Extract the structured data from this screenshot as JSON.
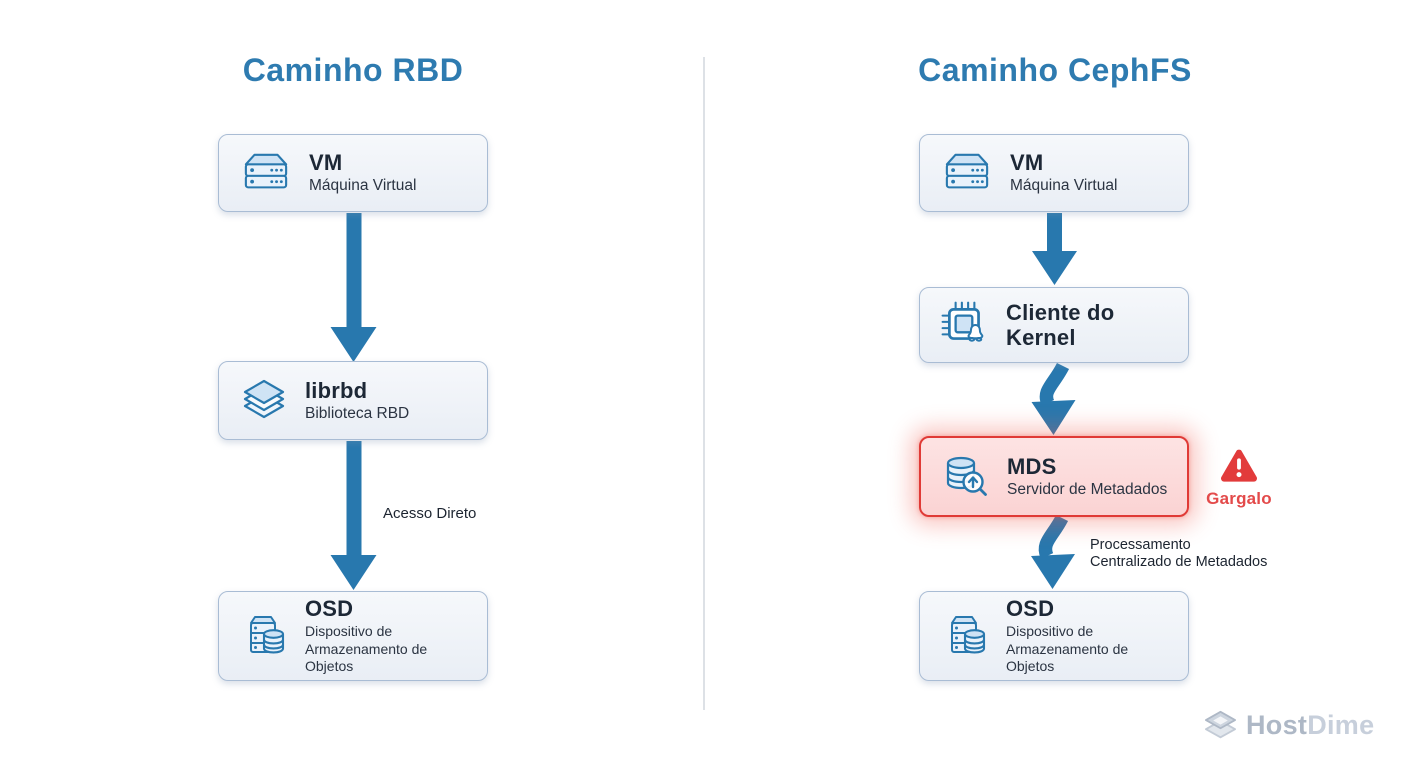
{
  "left_column": {
    "title": "Caminho RBD",
    "nodes": {
      "vm": {
        "title": "VM",
        "subtitle": "Máquina Virtual",
        "icon": "server-icon"
      },
      "librbd": {
        "title": "librbd",
        "subtitle": "Biblioteca RBD",
        "icon": "layers-icon"
      },
      "osd": {
        "title": "OSD",
        "subtitle1": "Dispositivo de",
        "subtitle2": "Armazenamento de Objetos",
        "icon": "server-database-icon"
      }
    },
    "edge_label": "Acesso Direto"
  },
  "right_column": {
    "title": "Caminho CephFS",
    "nodes": {
      "vm": {
        "title": "VM",
        "subtitle": "Máquina Virtual",
        "icon": "server-icon"
      },
      "kernel_client": {
        "title": "Cliente do Kernel",
        "icon": "chip-linux-icon"
      },
      "mds": {
        "title": "MDS",
        "subtitle": "Servidor de Metadados",
        "icon": "database-search-icon"
      },
      "osd": {
        "title": "OSD",
        "subtitle1": "Dispositivo de",
        "subtitle2": "Armazenamento de Objetos",
        "icon": "server-database-icon"
      }
    },
    "alert_label": "Gargalo",
    "edge_label_line1": "Processamento",
    "edge_label_line2": "Centralizado de Metadados"
  },
  "footer": {
    "brand_part1": "Host",
    "brand_part2": "Dime"
  },
  "icons": {
    "vm": "server-icon",
    "librbd": "layers-icon",
    "kernel_client": "chip-linux-icon",
    "mds": "database-search-icon",
    "osd": "server-database-icon",
    "alert": "warning-triangle-icon",
    "brand": "stacked-layers-icon"
  },
  "colors": {
    "heading_blue": "#2e7bb0",
    "arrow_blue": "#2878ae",
    "node_border": "#a9bcd4",
    "node_bg_top": "#f6f8fb",
    "node_bg_bottom": "#e9eef5",
    "text_primary": "#1d2836",
    "alert_border": "#e03a36",
    "alert_bg": "#fcd9d9",
    "alert_text": "#e34a4a",
    "watermark_gray": "#b9c2cf",
    "divider": "#dde1e6"
  }
}
